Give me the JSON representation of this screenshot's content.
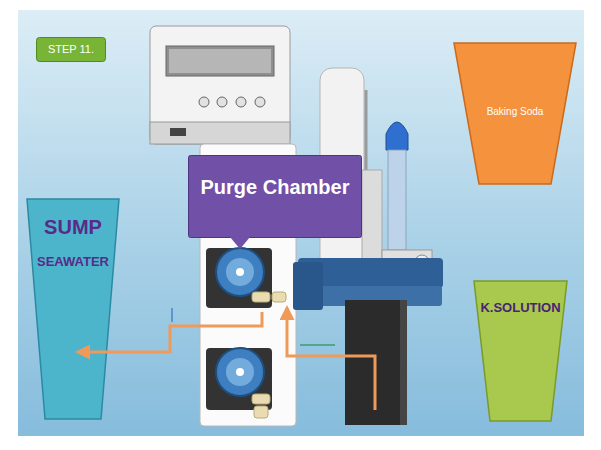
{
  "diagram": {
    "nodes": [
      {
        "text": [
          "STEP 11."
        ]
      },
      {
        "text": [
          "Baking Soda"
        ]
      },
      {
        "text": [
          "Purge Chamber"
        ]
      },
      {
        "text": [
          "SUMP",
          "SEAWATER"
        ]
      },
      {
        "text": [
          "K.SOLUTION"
        ]
      }
    ]
  }
}
